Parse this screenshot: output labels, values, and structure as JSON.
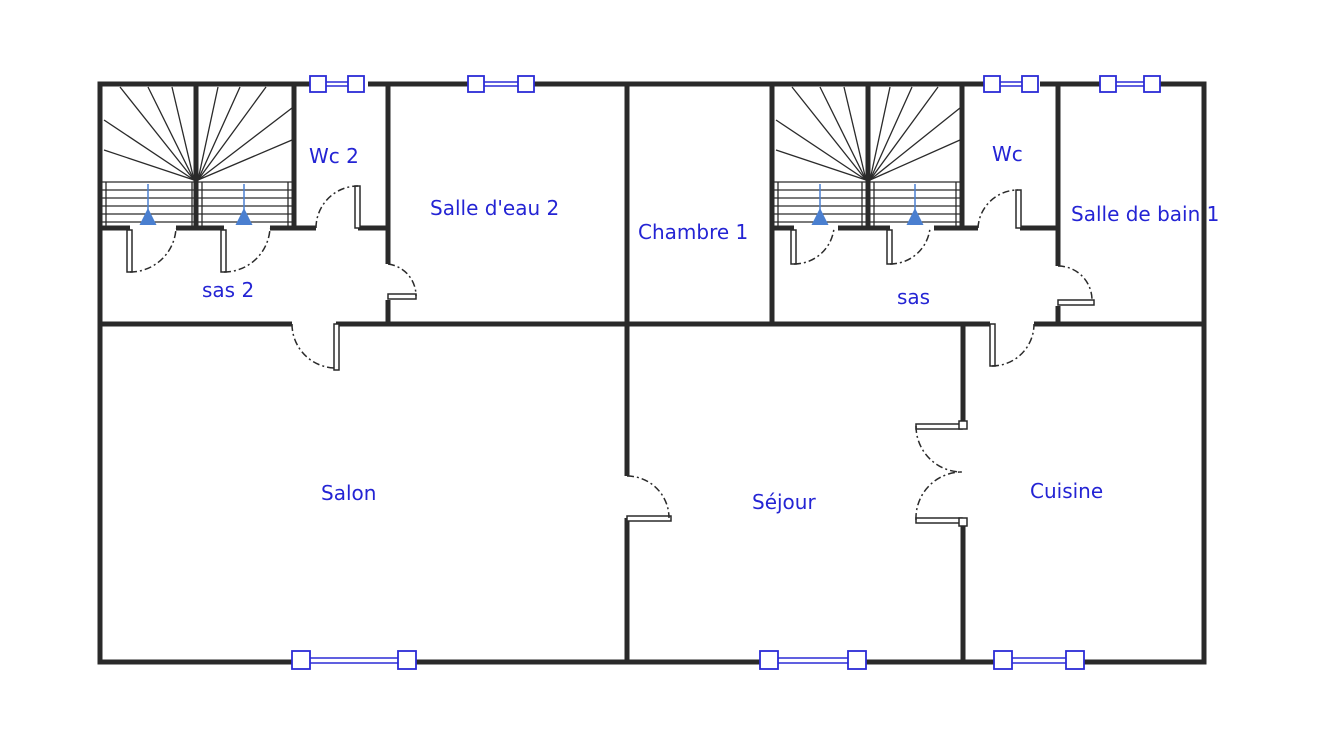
{
  "rooms": {
    "wc2": "Wc 2",
    "salle_eau_2": "Salle d'eau 2",
    "chambre_1": "Chambre 1",
    "wc": "Wc",
    "salle_bain_1": "Salle de bain 1",
    "sas2": "sas 2",
    "sas": "sas",
    "salon": "Salon",
    "sejour": "Séjour",
    "cuisine": "Cuisine"
  },
  "colors": {
    "labels": "#2424d4",
    "windows": "#2b2bd6",
    "walls": "#2a2a2a",
    "stair_arrows": "#4a7fd0"
  }
}
